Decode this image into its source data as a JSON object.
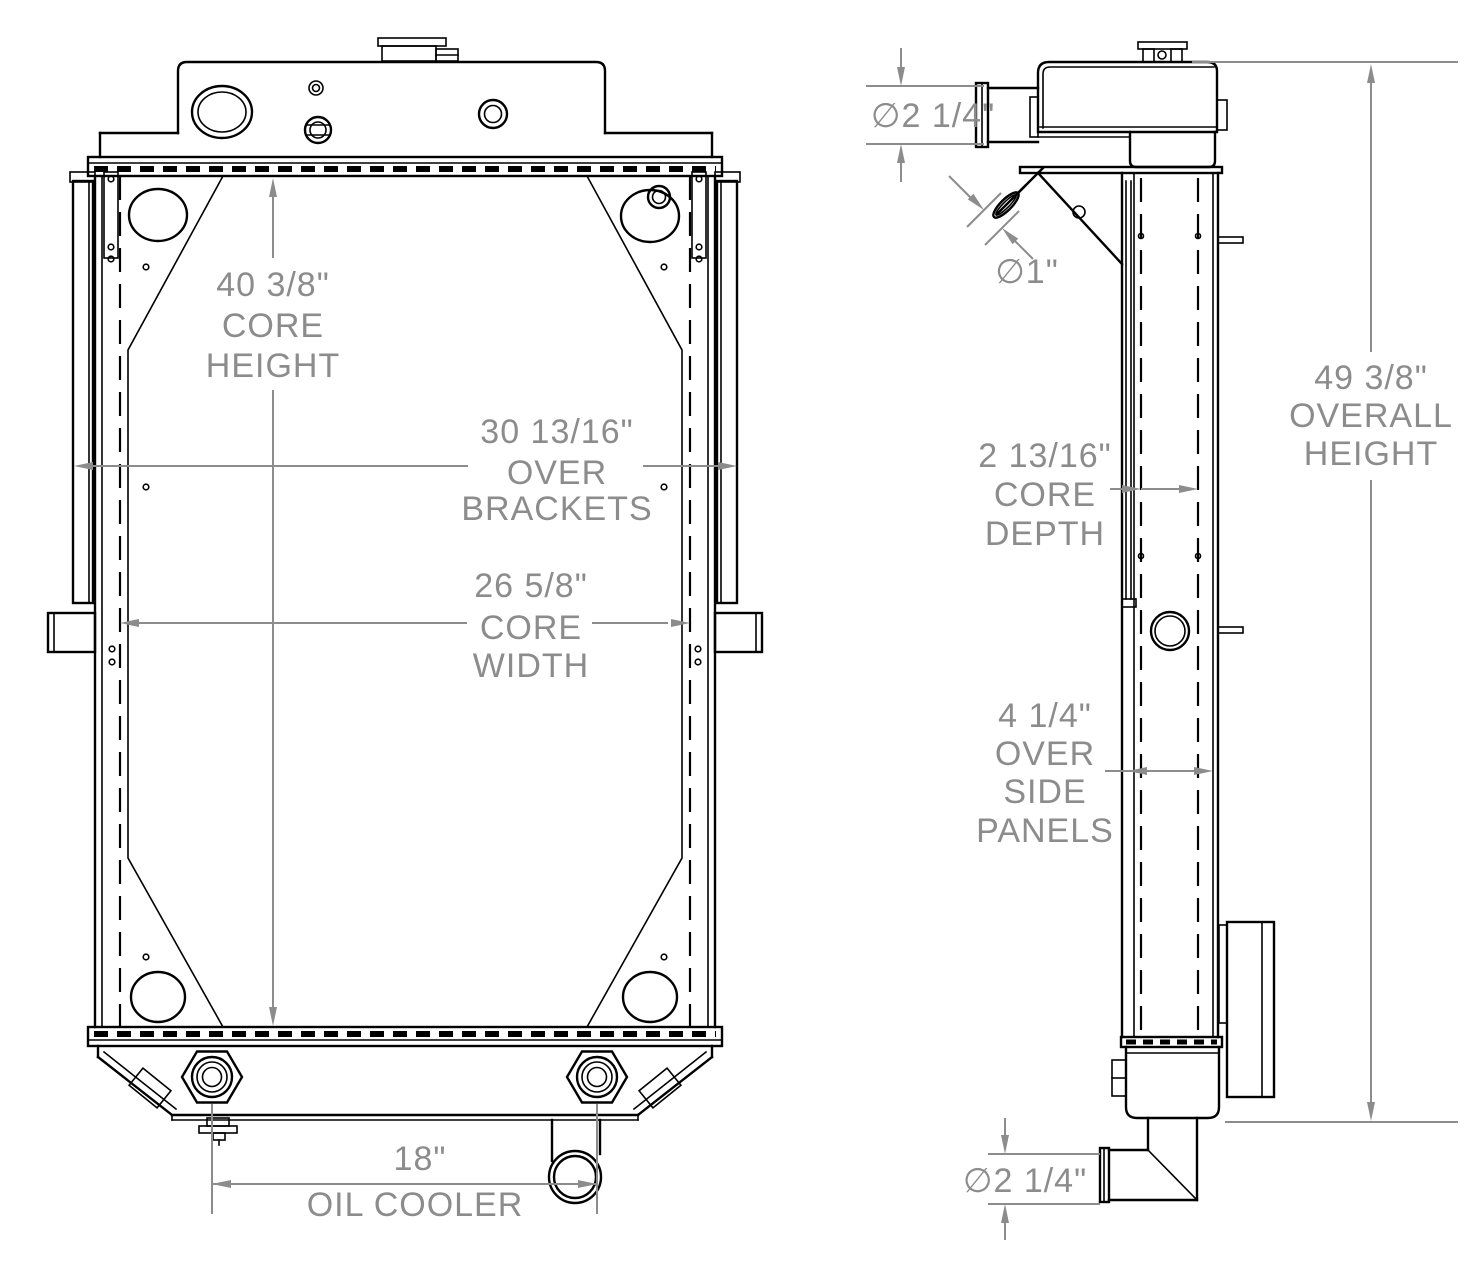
{
  "title": "radiator-dimension-drawing",
  "colors": {
    "line": "#000000",
    "dimension": "#8c8c8c",
    "background": "#ffffff"
  },
  "front_view": {
    "core_height": {
      "value": "40 3/8\"",
      "line1": "CORE",
      "line2": "HEIGHT"
    },
    "over_brackets": {
      "value": "30 13/16\"",
      "line1": "OVER",
      "line2": "BRACKETS"
    },
    "core_width": {
      "value": "26 5/8\"",
      "line1": "CORE",
      "line2": "WIDTH"
    },
    "oil_cooler": {
      "value": "18\"",
      "line1": "OIL COOLER"
    }
  },
  "side_view": {
    "inlet_diameter": {
      "value": "∅2 1/4\""
    },
    "vent_diameter": {
      "value": "∅1\""
    },
    "overall_height": {
      "value": "49 3/8\"",
      "line1": "OVERALL",
      "line2": "HEIGHT"
    },
    "core_depth": {
      "value": "2 13/16\"",
      "line1": "CORE",
      "line2": "DEPTH"
    },
    "over_side_panels": {
      "value": "4 1/4\"",
      "line1": "OVER",
      "line2": "SIDE",
      "line3": "PANELS"
    },
    "outlet_diameter": {
      "value": "∅2 1/4\""
    }
  }
}
